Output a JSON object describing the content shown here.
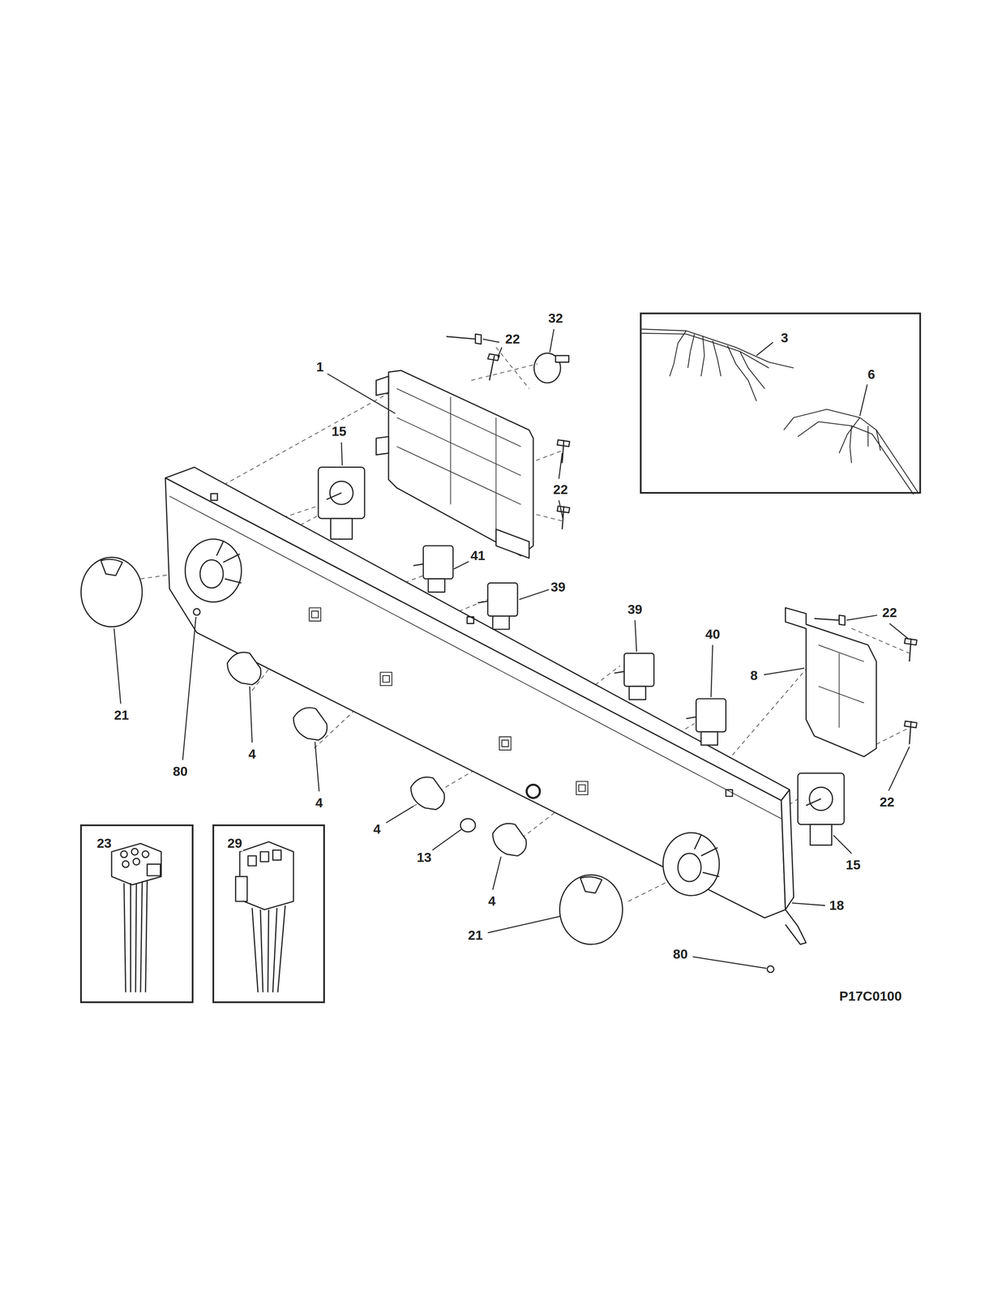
{
  "diagram": {
    "nodes": [
      {
        "text": [
          "3",
          "6"
        ]
      },
      {
        "text": [
          "23"
        ]
      },
      {
        "text": [
          "29"
        ]
      }
    ],
    "edges": [],
    "labels": [
      "32",
      "22",
      "1",
      "15",
      "22",
      "41",
      "39",
      "39",
      "22",
      "40",
      "8",
      "21",
      "80",
      "4",
      "4",
      "22",
      "4",
      "13",
      "15",
      "4",
      "18",
      "21",
      "80",
      "P17C0100"
    ]
  }
}
